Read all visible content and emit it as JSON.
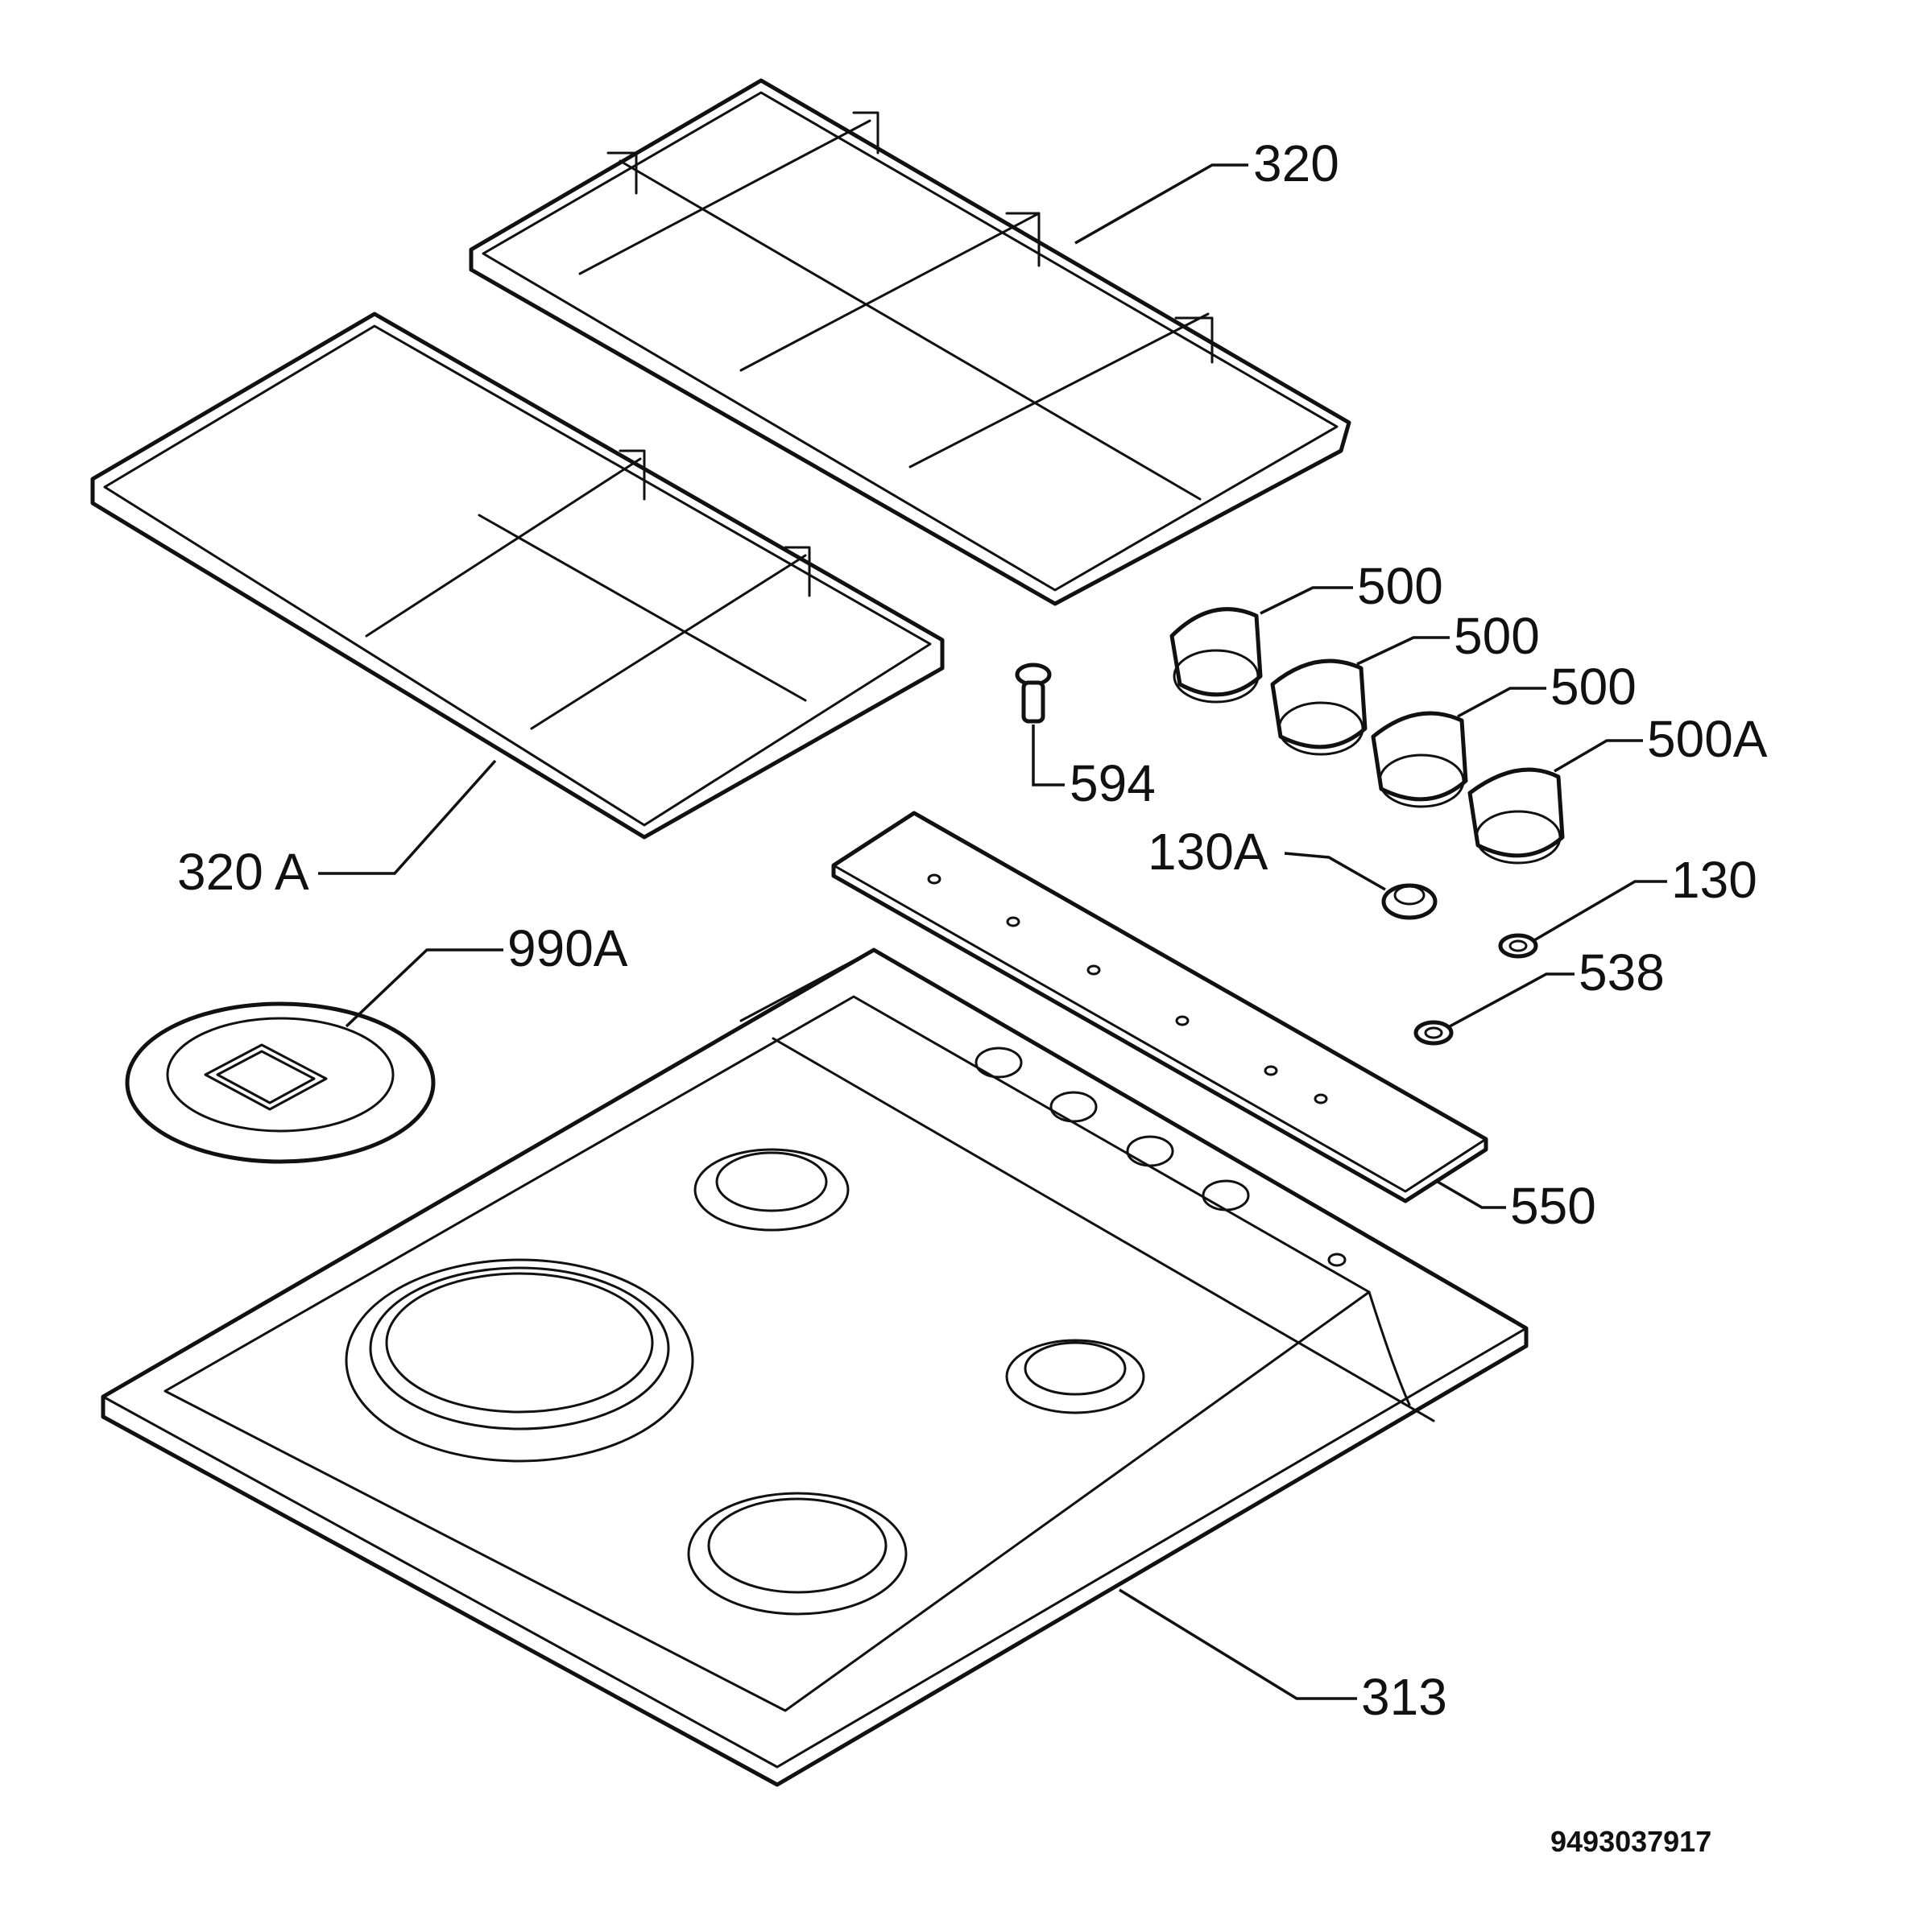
{
  "callouts": {
    "c320": "320",
    "c320a": "320 A",
    "c500_1": "500",
    "c500_2": "500",
    "c500_3": "500",
    "c500a": "500A",
    "c594": "594",
    "c130a": "130A",
    "c130": "130",
    "c538": "538",
    "c990a": "990A",
    "c550": "550",
    "c313": "313"
  },
  "drawing_number": "9493037917"
}
